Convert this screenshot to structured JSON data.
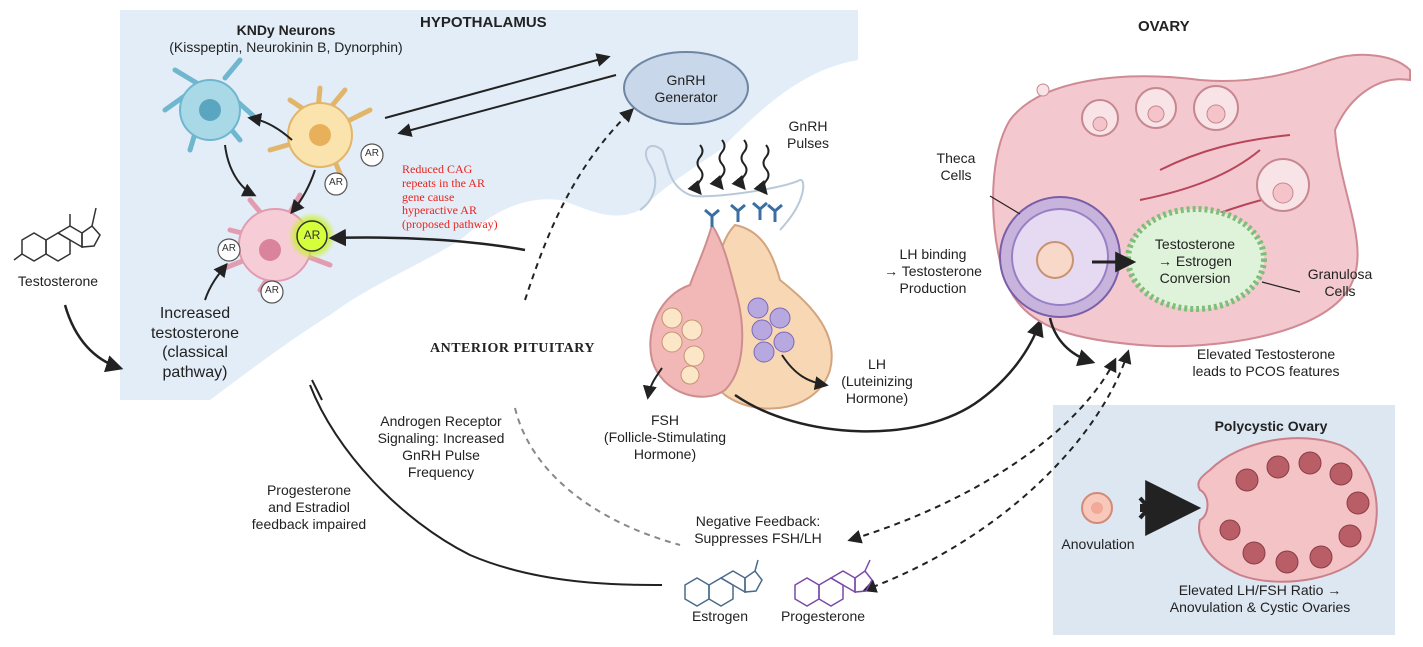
{
  "hypothalamus": {
    "title": "HYPOTHALAMUS",
    "kndy_title": "KNDy Neurons",
    "kndy_subtitle": "(Kisspeptin, Neurokinin B, Dynorphin)",
    "ar_label": "AR",
    "red_note": [
      "Reduced CAG",
      "repeats in the AR",
      "gene cause",
      "hyperactive AR",
      "(proposed pathway)"
    ],
    "increased_testosterone": [
      "Increased",
      "testosterone",
      "(classical",
      "pathway)"
    ]
  },
  "testosterone_label": "Testosterone",
  "gnrh_generator": [
    "GnRH",
    "Generator"
  ],
  "gnrh_pulses": [
    "GnRH",
    "Pulses"
  ],
  "anterior_pituitary": "ANTERIOR PITUITARY",
  "fsh": [
    "FSH",
    "(Follicle-Stimulating",
    "Hormone)"
  ],
  "lh": [
    "LH",
    "(Luteinizing",
    "Hormone)"
  ],
  "lh_binding": [
    "LH binding",
    "→ Testosterone",
    "Production"
  ],
  "ovary": {
    "title": "OVARY",
    "theca": [
      "Theca",
      "Cells"
    ],
    "conversion": [
      "Testosterone",
      "→ Estrogen",
      "Conversion"
    ],
    "granulosa": [
      "Granulosa",
      "Cells"
    ],
    "elevated": [
      "Elevated Testosterone",
      "leads to PCOS features"
    ]
  },
  "androgen_signaling": [
    "Androgen Receptor",
    "Signaling: Increased",
    "GnRH Pulse",
    "Frequency"
  ],
  "progesterone_feedback": [
    "Progesterone",
    "and Estradiol",
    "feedback impaired"
  ],
  "negative_feedback": [
    "Negative Feedback:",
    "Suppresses FSH/LH"
  ],
  "estrogen_label": "Estrogen",
  "progesterone_label": "Progesterone",
  "polycystic": {
    "title": "Polycystic Ovary",
    "anovulation": "Anovulation",
    "caption": [
      "Elevated LH/FSH Ratio →",
      "Anovulation & Cystic Ovaries"
    ]
  },
  "colors": {
    "hypothalamus_bg": "#e3edf7",
    "pcos_bg": "#dde7f2",
    "ovary_fill": "#f3c9cf",
    "theca": "#c7b3dc",
    "granulosa": "#cfeccc",
    "red_text": "#e8231d",
    "ar_highlight": "#d5ff3a"
  }
}
